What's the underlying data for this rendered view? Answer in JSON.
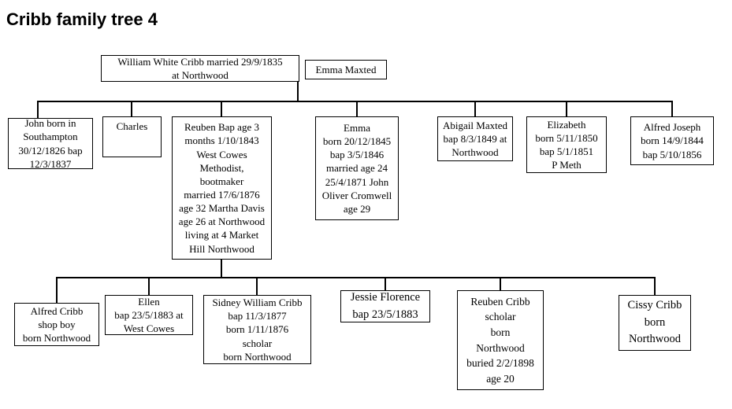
{
  "title": "Cribb family tree 4",
  "people": {
    "william": {
      "label": "William White Cribb married 29/9/1835\nat Northwood"
    },
    "emma_maxted": {
      "label": "Emma Maxted"
    },
    "john": {
      "label": "John born in\nSouthampton\n30/12/1826 bap\n12/3/1837"
    },
    "charles": {
      "label": "Charles"
    },
    "reuben": {
      "label": "Reuben Bap age 3\nmonths 1/10/1843\nWest Cowes\nMethodist,\nbootmaker\nmarried 17/6/1876\nage 32 Martha Davis\nage 26 at Northwood\nliving at 4 Market\nHill Northwood"
    },
    "emma": {
      "label": "Emma\nborn 20/12/1845\nbap 3/5/1846\nmarried age 24\n25/4/1871 John\nOliver Cromwell\nage 29"
    },
    "abigail": {
      "label": "Abigail Maxted\nbap 8/3/1849 at\nNorthwood"
    },
    "elizabeth": {
      "label": "Elizabeth\nborn 5/11/1850\nbap 5/1/1851\nP Meth"
    },
    "alfred_joseph": {
      "label": "Alfred Joseph\nborn 14/9/1844\nbap 5/10/1856"
    },
    "alfred_cribb": {
      "label": "Alfred Cribb\nshop boy\nborn Northwood"
    },
    "ellen": {
      "label": "Ellen\nbap 23/5/1883 at\nWest Cowes"
    },
    "sidney": {
      "label": "Sidney William Cribb\nbap 11/3/1877\nborn 1/11/1876\nscholar\nborn Northwood"
    },
    "jessie": {
      "label": "Jessie Florence\nbap 23/5/1883"
    },
    "reuben_cribb": {
      "label": "Reuben Cribb\nscholar\nborn\nNorthwood\nburied 2/2/1898\nage 20"
    },
    "cissy": {
      "label": "Cissy Cribb\nborn\nNorthwood"
    }
  }
}
